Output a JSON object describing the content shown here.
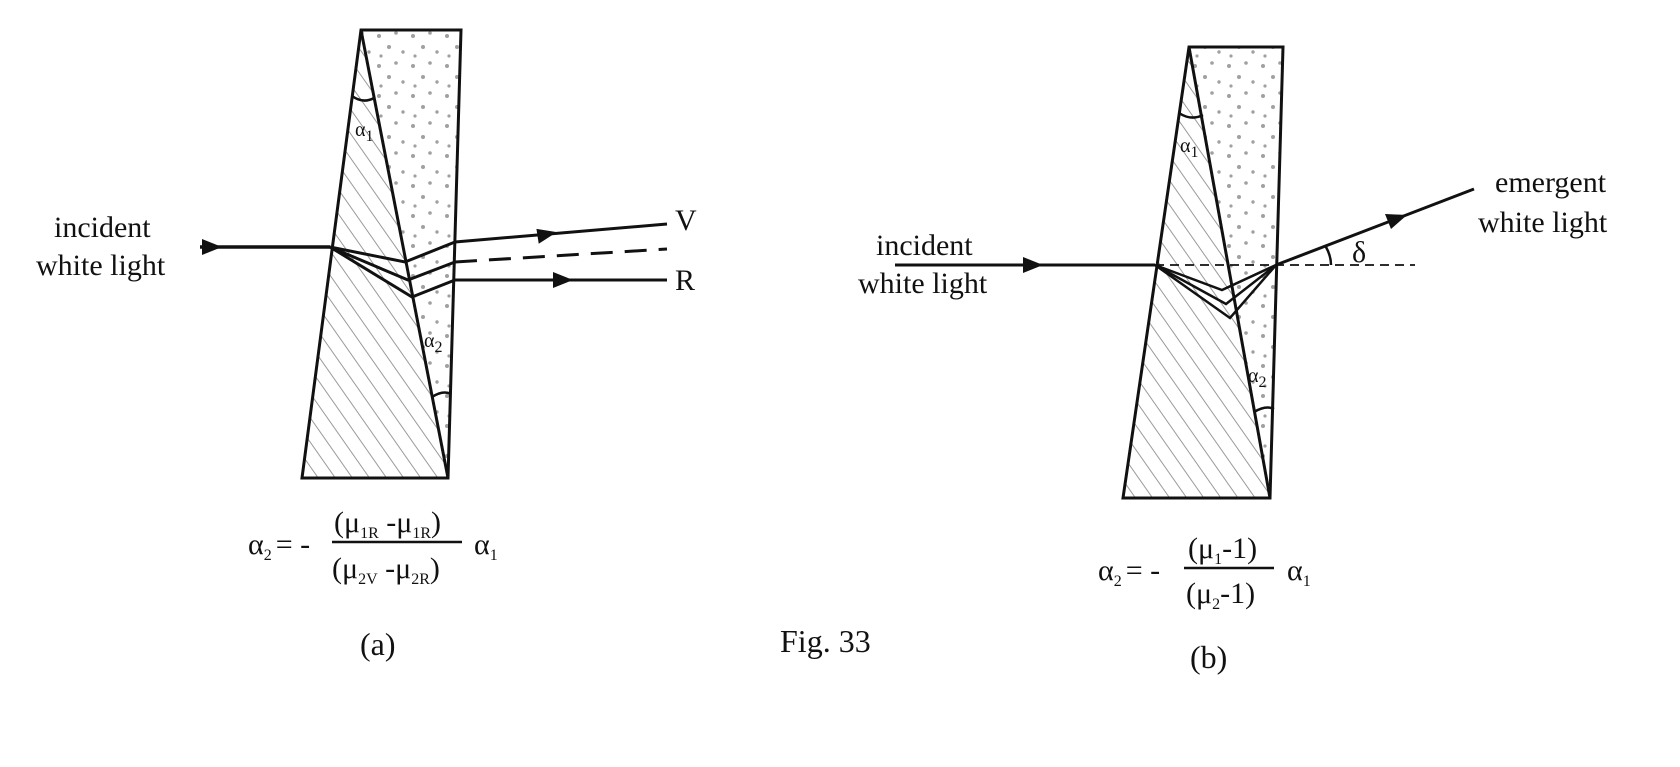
{
  "fig_a": {
    "incident_line1": "incident",
    "incident_line2": "white light",
    "label_v": "V",
    "label_r": "R",
    "alpha1": "α",
    "alpha1_sub": "1",
    "alpha2": "α",
    "alpha2_sub": "2",
    "caption": "(a)",
    "formula": {
      "lhs": "α",
      "lhs_sub": "2",
      "eq_sign": "= -",
      "num_open": "(μ",
      "num_sub1": "1R",
      "num_mid": " -μ",
      "num_sub2": "1R",
      "num_close": ")",
      "den_open": "(μ",
      "den_sub1": "2V",
      "den_mid": " -μ",
      "den_sub2": "2R",
      "den_close": ")",
      "rhs": "α",
      "rhs_sub": "1"
    }
  },
  "fig_b": {
    "incident_line1": "incident",
    "incident_line2": "white light",
    "emergent_line1": "emergent",
    "emergent_line2": "white light",
    "delta": "δ",
    "alpha1": "α",
    "alpha1_sub": "1",
    "alpha2": "α",
    "alpha2_sub": "2",
    "caption": "(b)",
    "formula": {
      "lhs": "α",
      "lhs_sub": "2",
      "eq_sign": "= -",
      "num_open": "(μ",
      "num_sub": "1",
      "num_close": "-1)",
      "den_open": "(μ",
      "den_sub": "2",
      "den_close": "-1)",
      "rhs": "α",
      "rhs_sub": "1"
    }
  },
  "figure_title": "Fig. 33"
}
